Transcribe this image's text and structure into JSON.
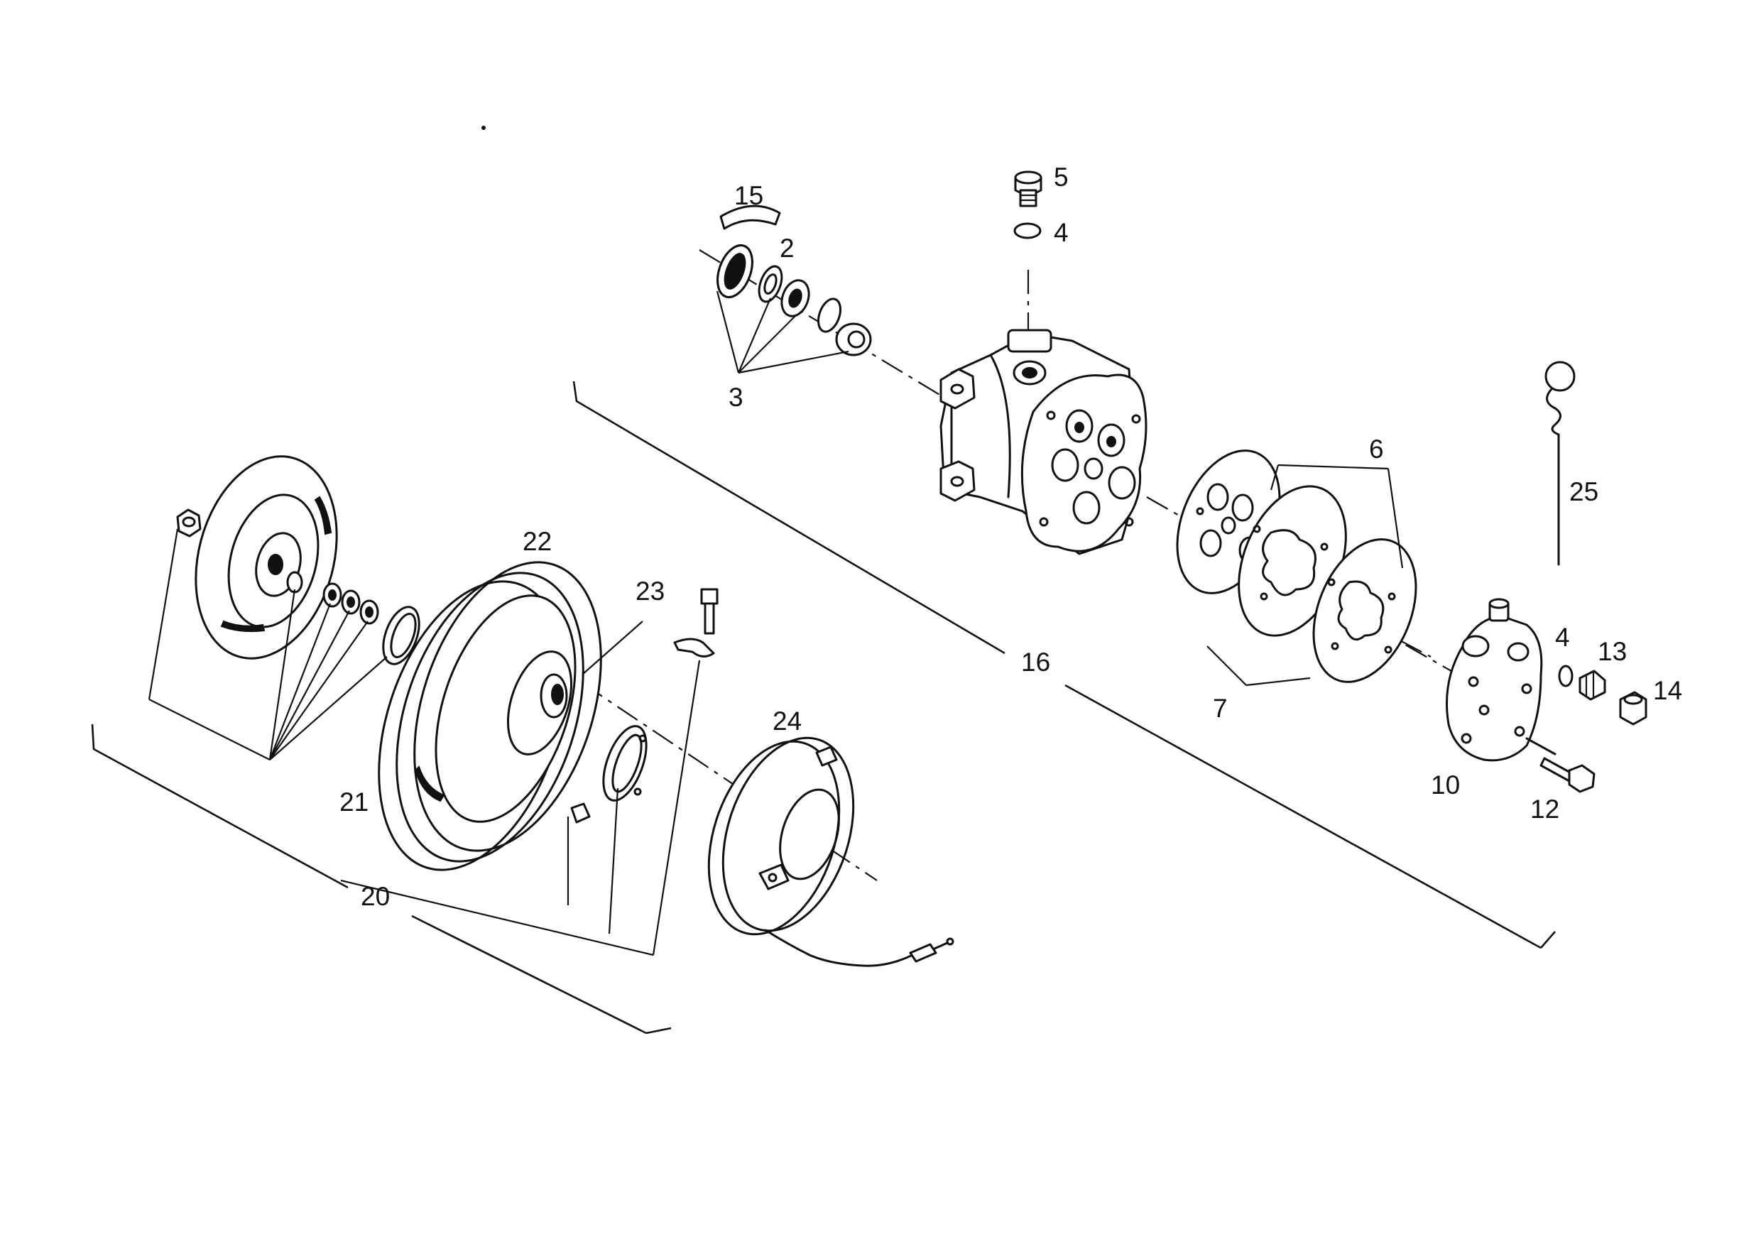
{
  "diagram": {
    "callouts": {
      "c15": "15",
      "c2": "2",
      "c3": "3",
      "c5": "5",
      "c4a": "4",
      "c6": "6",
      "c7": "7",
      "c16": "16",
      "c25": "25",
      "c4b": "4",
      "c13": "13",
      "c14": "14",
      "c10": "10",
      "c12": "12",
      "c22": "22",
      "c23": "23",
      "c24": "24",
      "c21": "21",
      "c20": "20"
    }
  }
}
